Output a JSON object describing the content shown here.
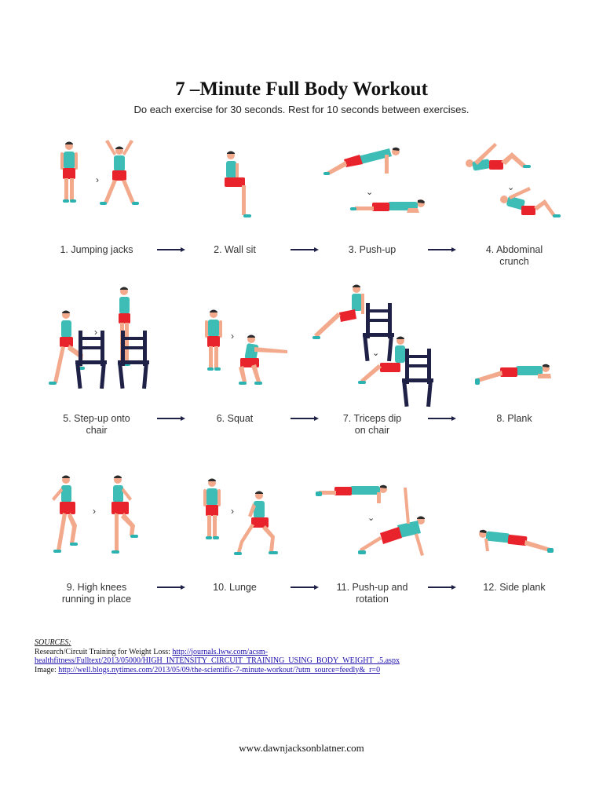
{
  "title": "7 –Minute Full Body Workout",
  "subtitle": "Do each exercise for 30 seconds. Rest for 10 seconds between exercises.",
  "exercises": [
    {
      "line1": "1. Jumping jacks",
      "line2": ""
    },
    {
      "line1": "2. Wall sit",
      "line2": ""
    },
    {
      "line1": "3. Push-up",
      "line2": ""
    },
    {
      "line1": "4. Abdominal",
      "line2": "crunch"
    },
    {
      "line1": "5. Step-up onto",
      "line2": "chair"
    },
    {
      "line1": "6. Squat",
      "line2": ""
    },
    {
      "line1": "7. Triceps dip",
      "line2": "on chair"
    },
    {
      "line1": "8. Plank",
      "line2": ""
    },
    {
      "line1": "9. High knees",
      "line2": "running in place"
    },
    {
      "line1": "10. Lunge",
      "line2": ""
    },
    {
      "line1": "11. Push-up and",
      "line2": "rotation"
    },
    {
      "line1": "12. Side plank",
      "line2": ""
    }
  ],
  "sources": {
    "heading": "SOURCES:",
    "research_label": "Research/Circuit Training for Weight Loss: ",
    "research_link_1": "http://journals.lww.com/acsm-",
    "research_link_2": "healthfitness/Fulltext/2013/05000/HIGH_INTENSITY_CIRCUIT_TRAINING_USING_BODY_WEIGHT_.5.aspx",
    "image_label": "Image: ",
    "image_link": "http://well.blogs.nytimes.com/2013/05/09/the-scientific-7-minute-workout/?utm_source=feedly&_r=0"
  },
  "footer": "www.dawnjacksonblatner.com",
  "colors": {
    "shirt": "#3dbdb5",
    "shorts": "#e8232b",
    "skin": "#f3a98c",
    "hair": "#2b2b2b",
    "shoes": "#2ab3b0",
    "chair": "#1f2147",
    "arrow": "#1f2147"
  }
}
